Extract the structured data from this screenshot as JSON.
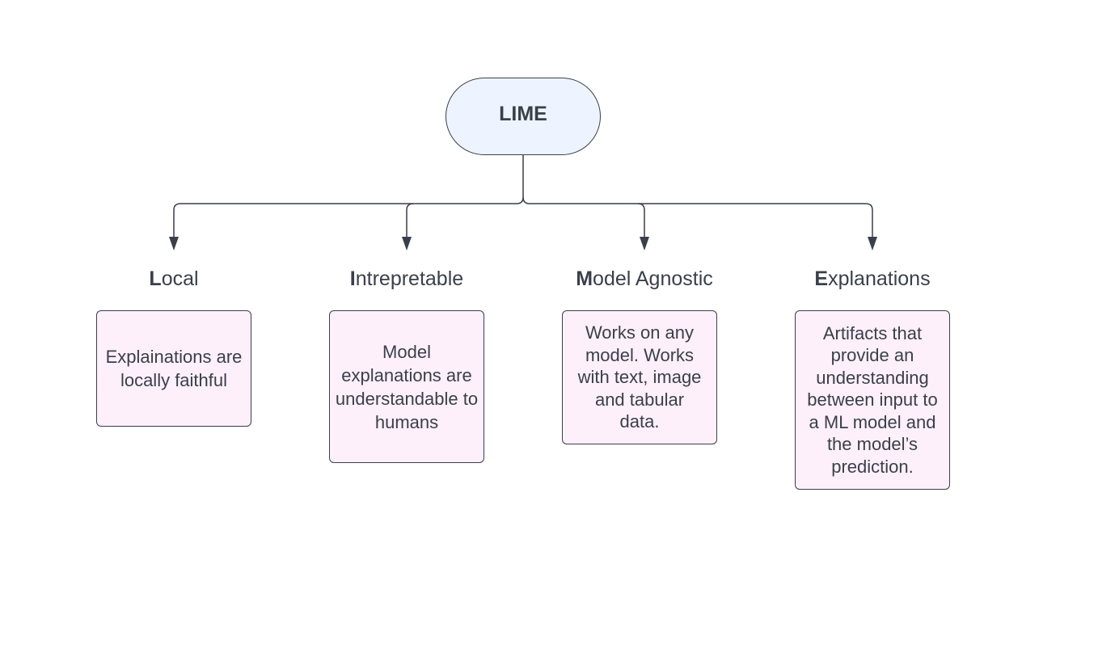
{
  "root": {
    "label": "LIME"
  },
  "branches": [
    {
      "initial": "L",
      "rest": "ocal",
      "description": "Explainations are locally faithful"
    },
    {
      "initial": "I",
      "rest": "ntrepretable",
      "description": "Model explanations are understandable to humans"
    },
    {
      "initial": "M",
      "rest": "odel Agnostic",
      "description": "Works on any model. Works with text, image and tabular data."
    },
    {
      "initial": "E",
      "rest": "xplanations",
      "description": "Artifacts that provide an understanding between input to a ML model and the model’s prediction."
    }
  ],
  "colors": {
    "stroke": "#3a3f4b",
    "root_fill": "#edf4ff",
    "card_fill": "#fdf0fb"
  }
}
